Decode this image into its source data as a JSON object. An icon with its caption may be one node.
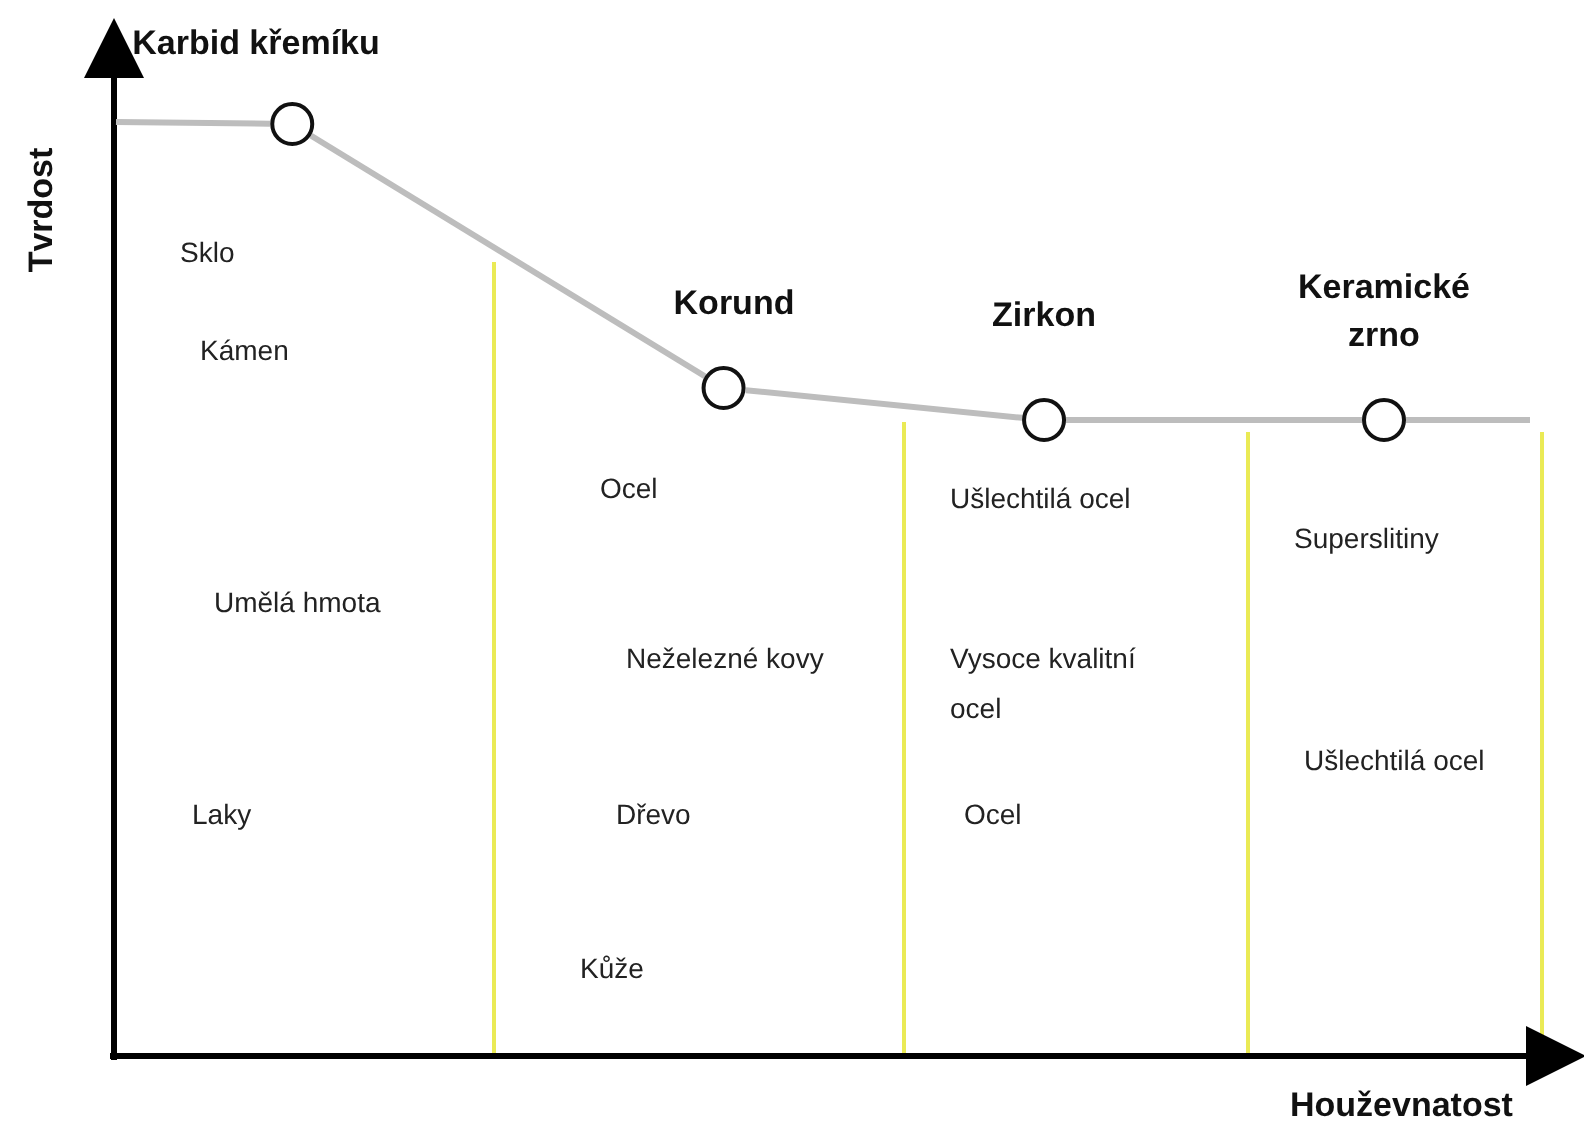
{
  "diagram": {
    "nodes": [
      {
        "text": [
          "Karbid křemíku"
        ]
      },
      {
        "text": [
          "Korund"
        ]
      },
      {
        "text": [
          "Zirkon"
        ]
      },
      {
        "text": [
          "Keramické zrno"
        ]
      }
    ],
    "edges": [
      {
        "from": null,
        "to": 0,
        "arrow": "none"
      },
      {
        "from": 0,
        "to": 1,
        "arrow": "none"
      },
      {
        "from": 1,
        "to": 2,
        "arrow": "none"
      },
      {
        "from": 2,
        "to": 3,
        "arrow": "none"
      },
      {
        "from": 3,
        "to": null,
        "arrow": "none"
      }
    ],
    "labels": [
      "Tvrdost",
      "Sklo",
      "Kámen",
      "Umělá hmota",
      "Laky",
      "Ocel",
      "Neželezné kovy",
      "Dřevo",
      "Kůže",
      "Ušlechtilá ocel",
      "Vysoce kvalitní ocel",
      "Ocel",
      "Superslitiny",
      "Ušlechtilá ocel",
      "Houževnatost"
    ]
  }
}
